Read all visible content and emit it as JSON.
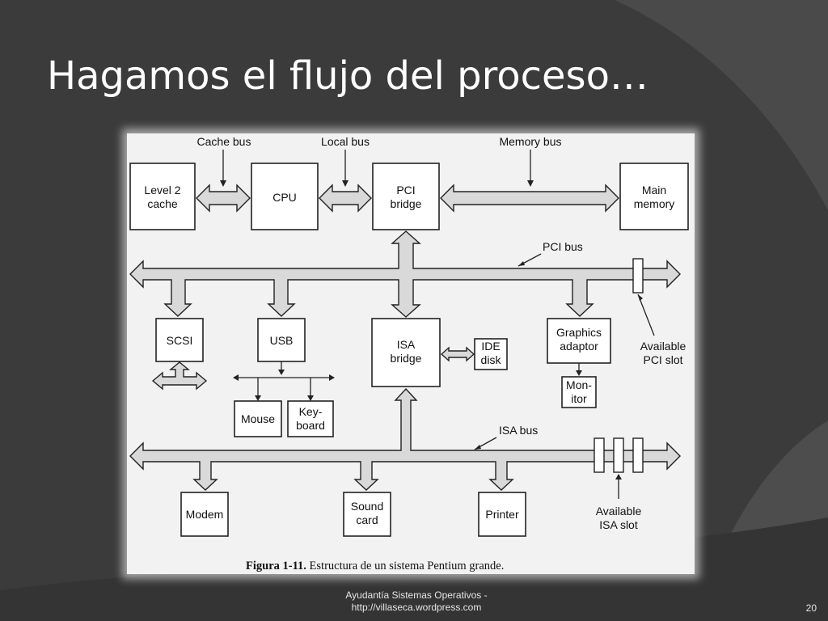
{
  "slide": {
    "title": "Hagamos el flujo del proceso…",
    "footer_line1": "Ayudantía Sistemas Operativos -",
    "footer_line2": "http://villaseca.wordpress.com",
    "page_number": "20"
  },
  "diagram": {
    "buses": {
      "cache_bus": "Cache bus",
      "local_bus": "Local bus",
      "memory_bus": "Memory bus",
      "pci_bus": "PCI bus",
      "isa_bus": "ISA bus"
    },
    "components": {
      "level2_cache": [
        "Level 2",
        "cache"
      ],
      "cpu": [
        "CPU"
      ],
      "pci_bridge": [
        "PCI",
        "bridge"
      ],
      "main_memory": [
        "Main",
        "memory"
      ],
      "scsi": [
        "SCSI"
      ],
      "usb": [
        "USB"
      ],
      "isa_bridge": [
        "ISA",
        "bridge"
      ],
      "ide_disk": [
        "IDE",
        "disk"
      ],
      "graphics_adaptor": [
        "Graphics",
        "adaptor"
      ],
      "monitor": [
        "Mon-",
        "itor"
      ],
      "mouse": [
        "Mouse"
      ],
      "keyboard": [
        "Key-",
        "board"
      ],
      "modem": [
        "Modem"
      ],
      "sound_card": [
        "Sound",
        "card"
      ],
      "printer": [
        "Printer"
      ]
    },
    "annotations": {
      "available_pci_slot": [
        "Available",
        "PCI slot"
      ],
      "available_isa_slot": [
        "Available",
        "ISA slot"
      ]
    },
    "caption": {
      "label": "Figura 1-11.",
      "text": " Estructura de un sistema Pentium grande."
    }
  }
}
